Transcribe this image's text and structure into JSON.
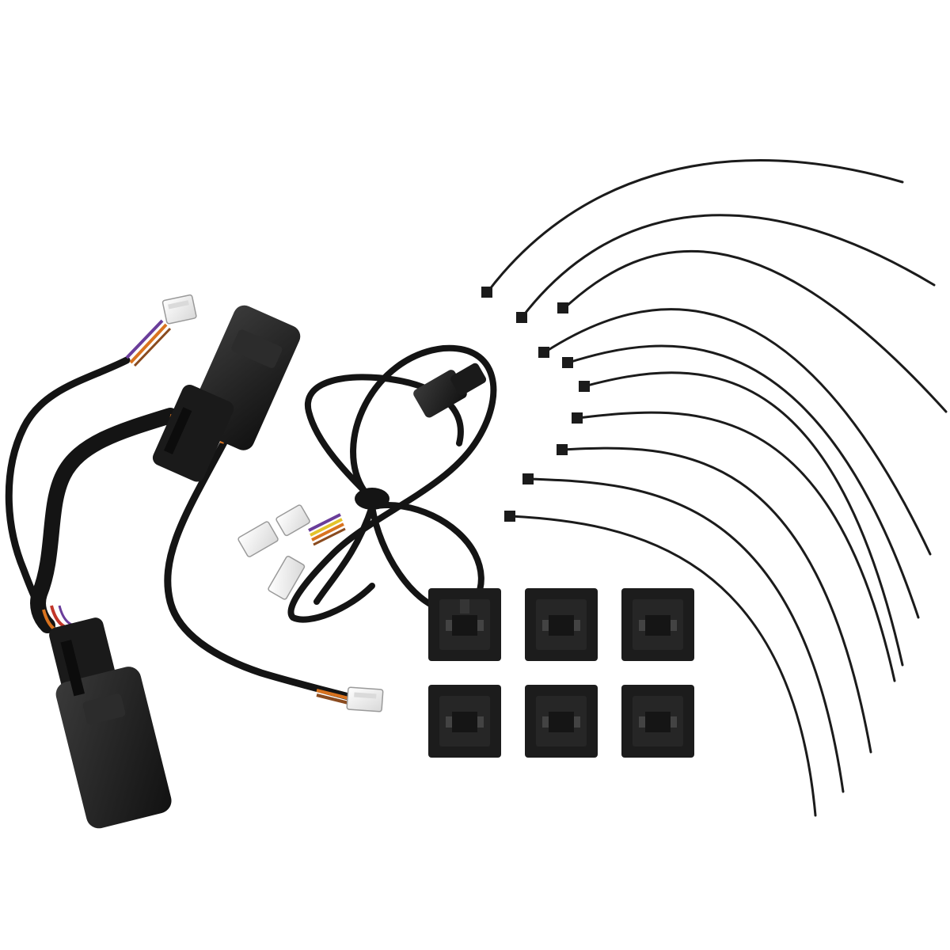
{
  "scene": {
    "background": "#ffffff",
    "items": [
      {
        "name": "wiring-harness-main",
        "kind": "harness"
      },
      {
        "name": "wiring-harness-extension",
        "kind": "harness"
      },
      {
        "name": "cable-tie",
        "kind": "cable-tie",
        "count": 10
      },
      {
        "name": "adhesive-tie-mount",
        "kind": "mount",
        "count": 6
      }
    ],
    "colors": {
      "cable": "#141414",
      "connector": "#1f1f1f",
      "connector_highlight": "#3a3a3a",
      "white_plug": "#efefef",
      "wire_orange": "#d9731f",
      "wire_purple": "#6a3d9a",
      "wire_brown": "#8a4b1f",
      "wire_yellow": "#e3c32b",
      "wire_red": "#c2362a"
    }
  }
}
